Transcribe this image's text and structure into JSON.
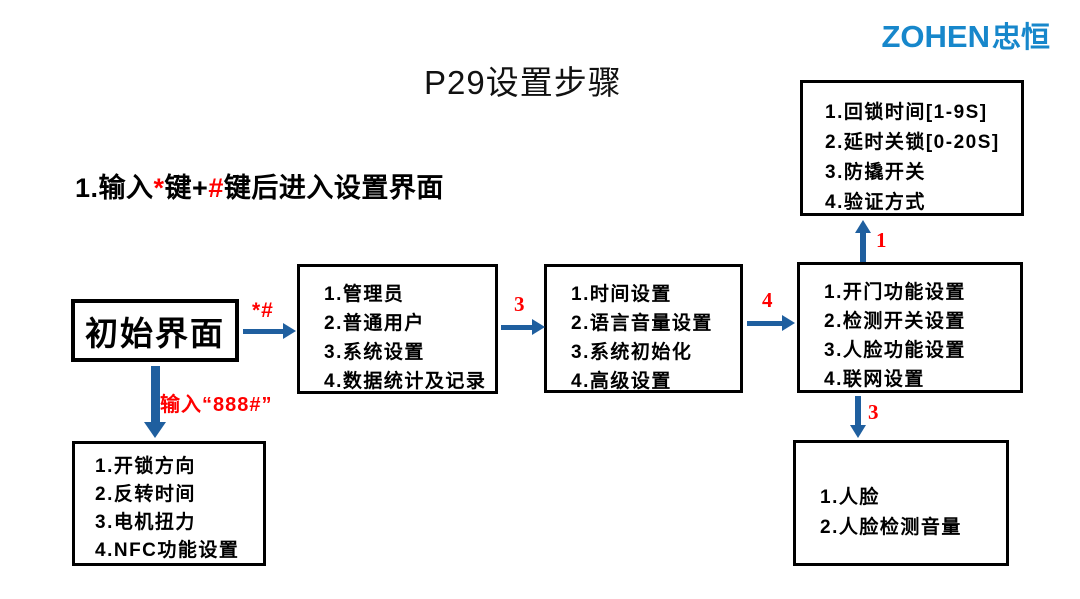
{
  "logo": {
    "latin": "ZOHEN",
    "cjk": "忠恒"
  },
  "title": "P29设置步骤",
  "instruction": {
    "prefix": "1.输入",
    "star": "*",
    "mid": "键+",
    "hash": "#",
    "suffix": "键后进入设置界面"
  },
  "colors": {
    "arrow_blue": "#1f5f9f",
    "logo_blue": "#1787cb",
    "label_red": "#ff0000",
    "box_border": "#000000"
  },
  "boxes": {
    "initial": {
      "label": "初始界面"
    },
    "admin_menu": {
      "items": [
        "1.管理员",
        "2.普通用户",
        "3.系统设置",
        "4.数据统计及记录"
      ]
    },
    "system_menu": {
      "items": [
        "1.时间设置",
        "2.语言音量设置",
        "3.系统初始化",
        "4.高级设置"
      ]
    },
    "advanced_menu": {
      "items": [
        "1.开门功能设置",
        "2.检测开关设置",
        "3.人脸功能设置",
        "4.联网设置"
      ]
    },
    "door_menu": {
      "items": [
        "1.回锁时间[1-9S]",
        "2.延时关锁[0-20S]",
        "3.防撬开关",
        "4.验证方式"
      ]
    },
    "face_menu": {
      "items": [
        "1.人脸",
        "2.人脸检测音量"
      ]
    },
    "motor_menu": {
      "items": [
        "1.开锁方向",
        "2.反转时间",
        "3.电机扭力",
        "4.NFC功能设置"
      ]
    }
  },
  "arrow_labels": {
    "initial_to_admin": "*#",
    "initial_to_motor": "输入“888#”",
    "admin_to_system": "3",
    "system_to_advanced": "4",
    "advanced_to_door": "1",
    "advanced_to_face": "3"
  }
}
